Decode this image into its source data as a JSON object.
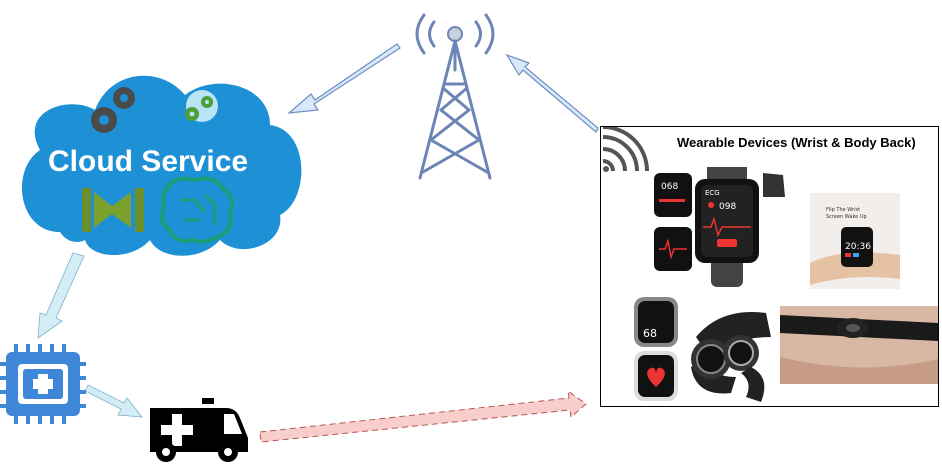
{
  "cloud": {
    "label": "Cloud Service"
  },
  "wearables": {
    "title": "Wearable Devices (Wrist & Body Back)",
    "watch_readings": {
      "bp": "068",
      "ecg_label": "ECG",
      "spo2": "098",
      "pulse": "68",
      "time": "20:36"
    },
    "promo_text": [
      "Flip The Wrist",
      "Screen Wake Up"
    ]
  },
  "colors": {
    "cloud_blue": "#1E90D6",
    "tower_blue": "#6C85B6",
    "arrow_blue_fill": "#DAE8FC",
    "arrow_blue_stroke": "#6C8EBF",
    "arrow_teal_fill": "#B1DDF0",
    "arrow_teal_stroke": "#10739E",
    "arrow_red_fill": "#F8CECC",
    "arrow_red_stroke": "#B85450",
    "chip_blue": "#3D86D8"
  },
  "icons": [
    "gear-icon",
    "ai-brain-icon",
    "api-gateway-icon",
    "cell-tower-icon",
    "wifi-icon",
    "medical-chip-icon",
    "ambulance-icon"
  ]
}
